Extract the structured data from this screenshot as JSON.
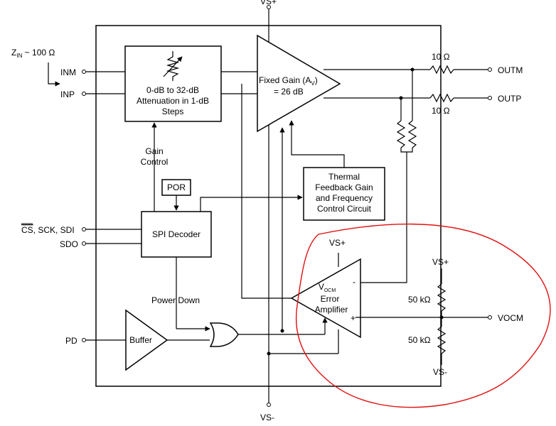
{
  "rails": {
    "vs_plus_top": "VS+",
    "vs_minus_bottom": "VS-"
  },
  "input": {
    "zin_main": "Z",
    "zin_sub": "IN",
    "zin_value": " ~ 100 Ω"
  },
  "pins": {
    "inm": "INM",
    "inp": "INP",
    "cs": "CS",
    "spi_rest": ", SCK, SDI",
    "sdo": "SDO",
    "pd": "PD",
    "outm": "OUTM",
    "outp": "OUTP",
    "vocm": "VOCM"
  },
  "blocks": {
    "attenuator": [
      "0-dB to 32-dB",
      "Attenuation in 1-dB",
      "Steps"
    ],
    "amp_main": "Fixed Gain (A",
    "amp_sub": "V",
    "amp_close": ")",
    "amp_gain": "= 26 dB",
    "thermal": [
      "Thermal",
      "Feedback Gain",
      "and Frequency",
      "Control Circuit"
    ],
    "por": "POR",
    "spi": "SPI Decoder",
    "buffer": "Buffer",
    "err_main": "V",
    "err_sub": "OCM",
    "err_l2": "Error",
    "err_l3": "Amplifier",
    "err_minus": "-",
    "err_plus": "+"
  },
  "labels": {
    "gain_control": [
      "Gain",
      "Control"
    ],
    "power_down": "Power Down",
    "r_outm": "10 Ω",
    "r_outp": "10 Ω",
    "r_top": "50 kΩ",
    "r_bot": "50 kΩ",
    "err_vs_plus": "VS+",
    "div_vs_plus": "VS+",
    "div_vs_minus": "VS-"
  }
}
